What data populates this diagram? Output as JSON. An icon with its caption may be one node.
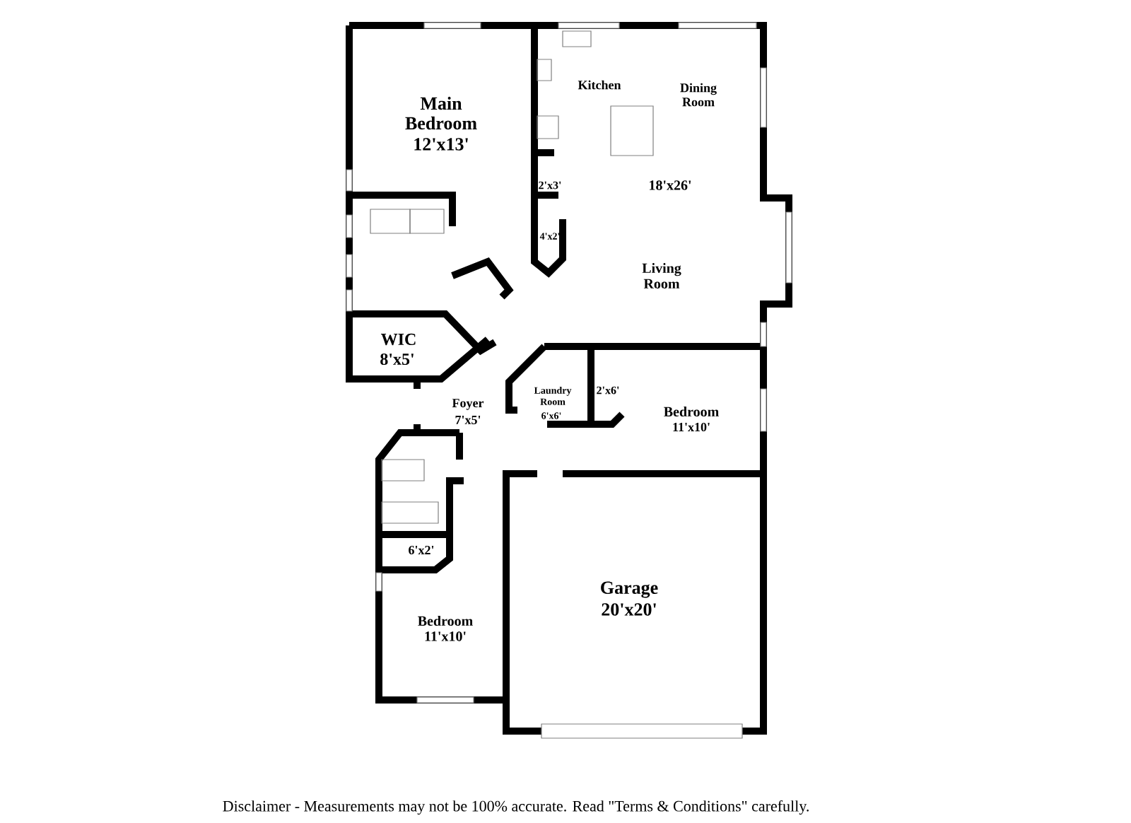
{
  "diagram": {
    "caption": "Disclaimer - Measurements may not be 100% accurate. Read \"Terms & Conditions\" carefully.",
    "labels": [
      "Main Bedroom",
      "12'x13'",
      "Kitchen",
      "Dining Room",
      "2'x3'",
      "18'x26'",
      "4'x2'",
      "Living Room",
      "WIC",
      "8'x5'",
      "Foyer",
      "7'x5'",
      "Laundry Room",
      "6'x6'",
      "2'x6'",
      "Bedroom",
      "11'x10'",
      "6'x2'",
      "Garage",
      "20'x20'",
      "Bedroom",
      "11'x10'"
    ]
  }
}
